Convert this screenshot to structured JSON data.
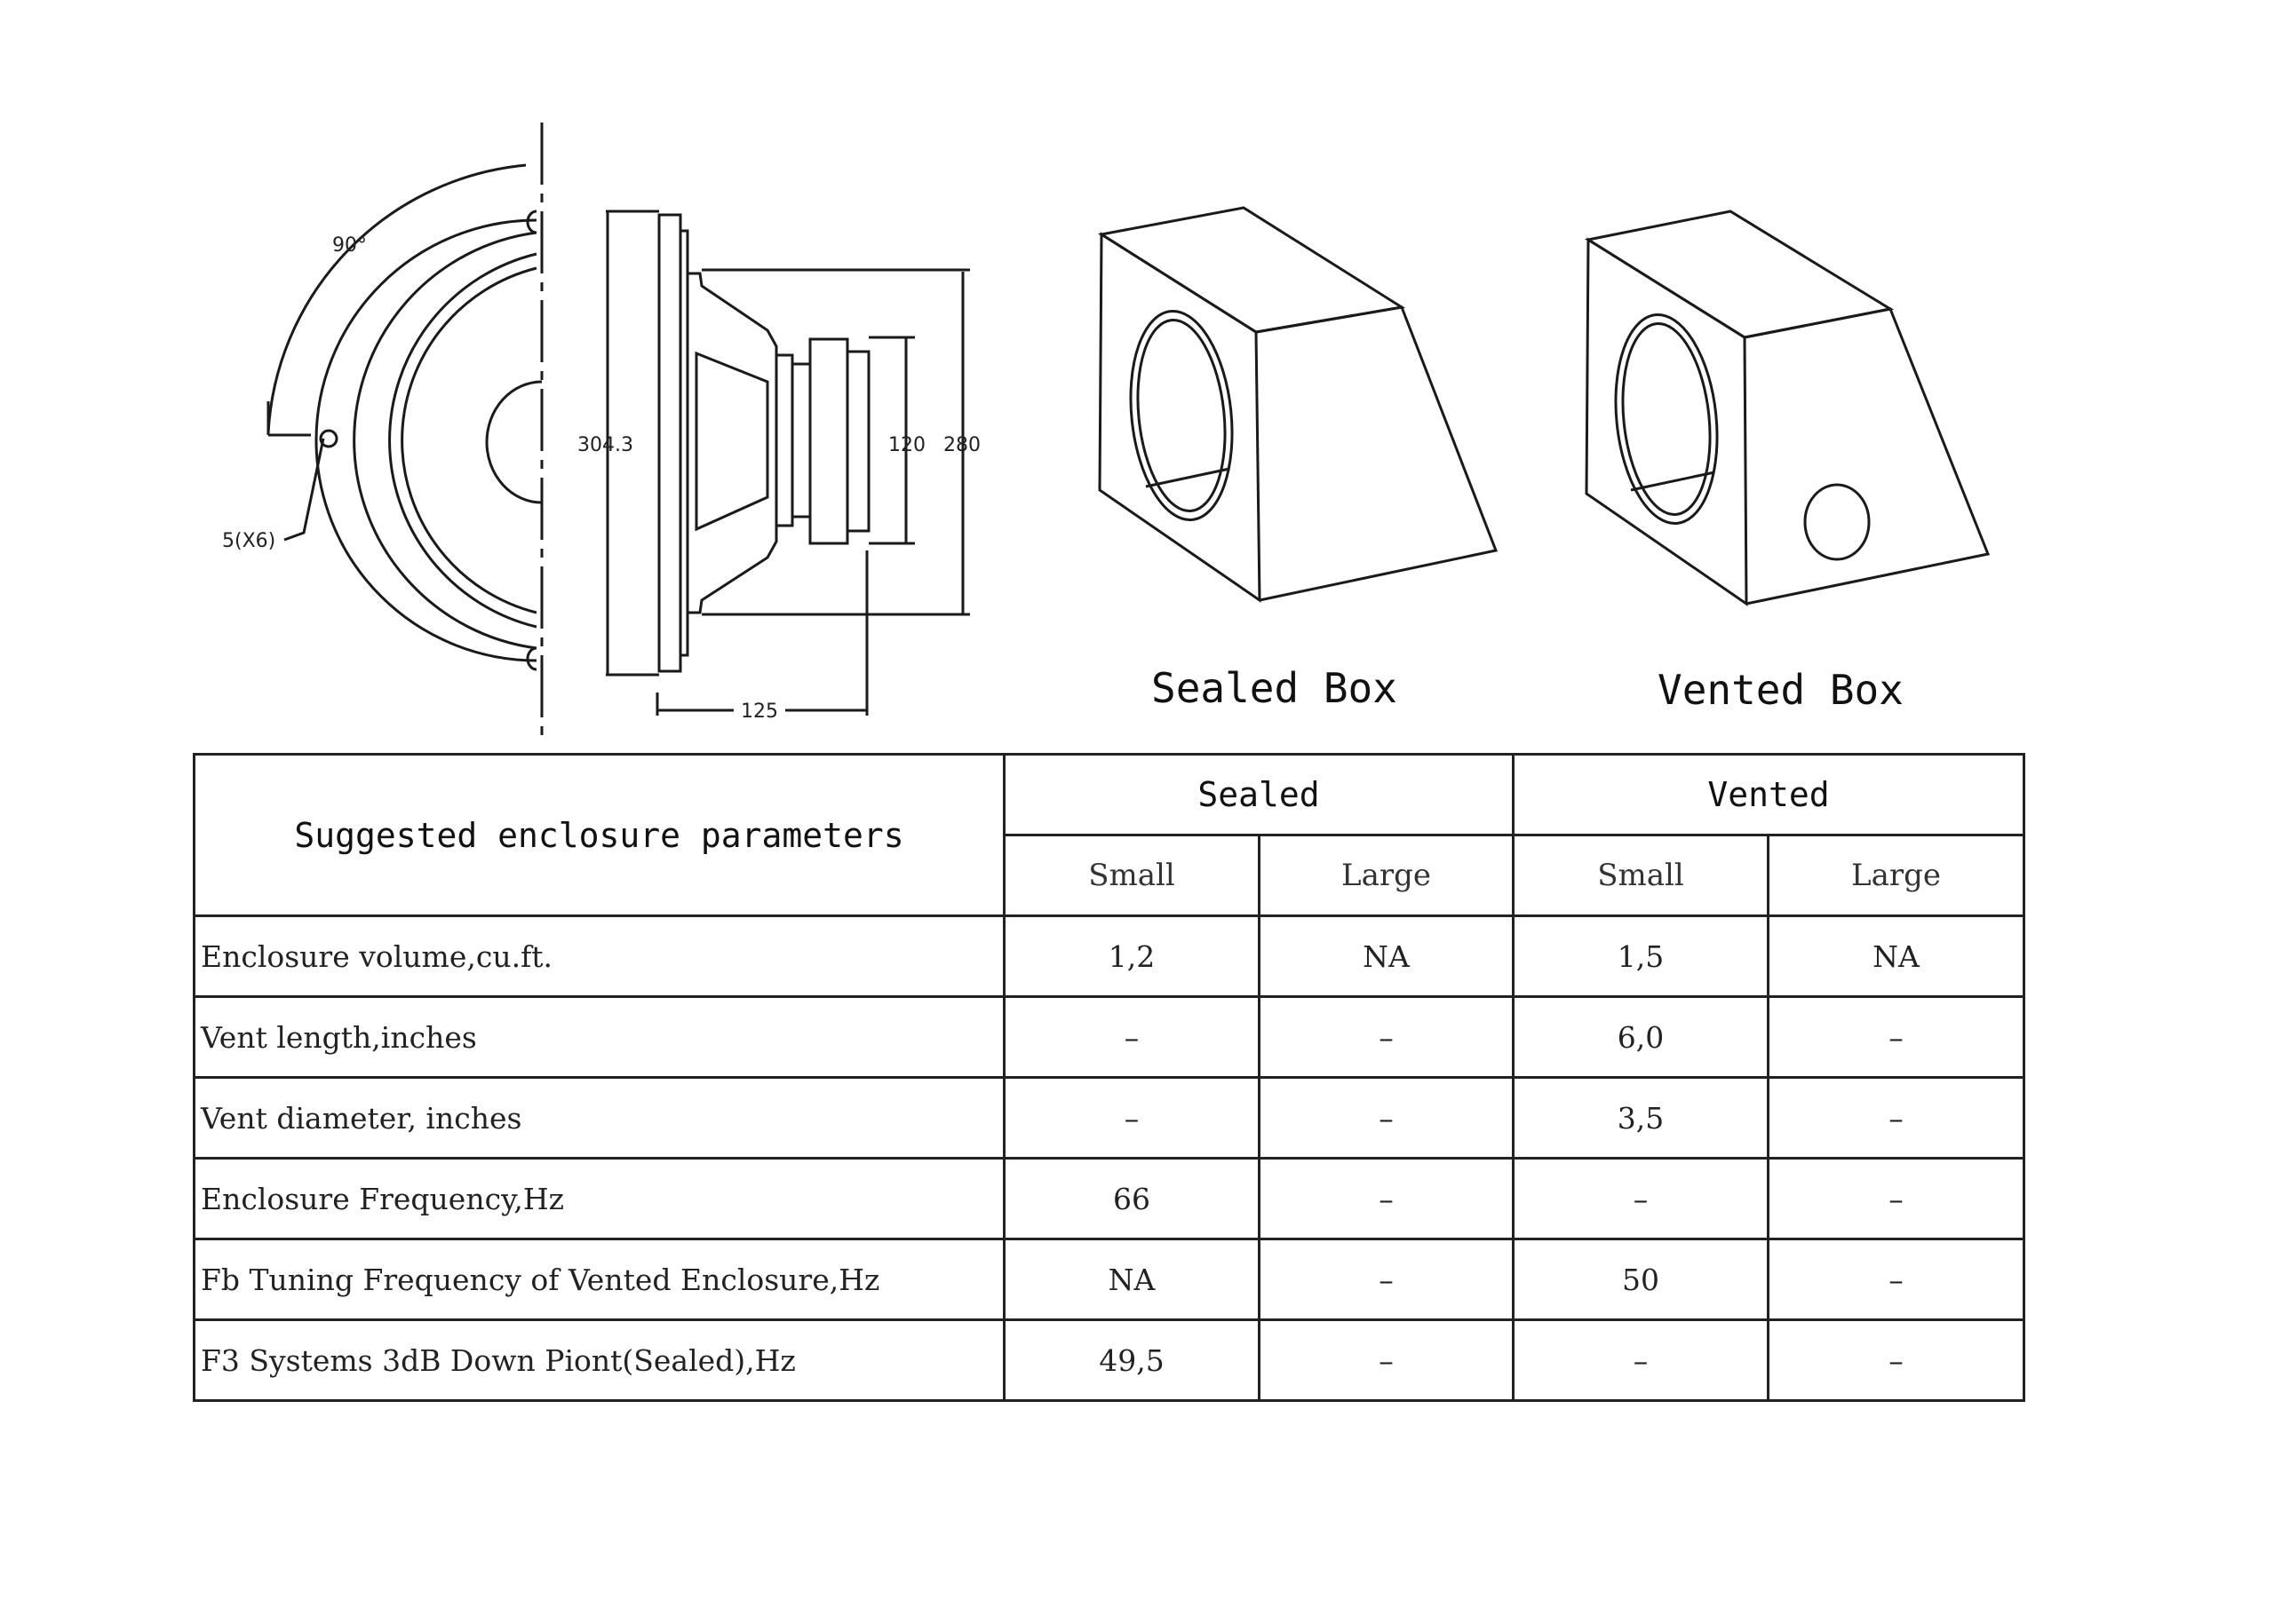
{
  "drawing": {
    "dimensions": {
      "angle": "90°",
      "holes": "5(X6)",
      "mount_diameter": "304.3",
      "magnet_diameter": "120",
      "frame_diameter": "280",
      "depth": "125"
    },
    "captions": {
      "sealed": "Sealed Box",
      "vented": "Vented Box"
    }
  },
  "table": {
    "title": "Suggested enclosure parameters",
    "groups": [
      "Sealed",
      "Vented"
    ],
    "subheaders": [
      "Small",
      "Large",
      "Small",
      "Large"
    ],
    "rows": [
      {
        "label": "Enclosure volume,cu.ft.",
        "values": [
          "1,2",
          "NA",
          "1,5",
          "NA"
        ]
      },
      {
        "label": "Vent length,inches",
        "values": [
          "–",
          "–",
          "6,0",
          "–"
        ]
      },
      {
        "label": "Vent diameter, inches",
        "values": [
          "–",
          "–",
          "3,5",
          "–"
        ]
      },
      {
        "label": "Enclosure Frequency,Hz",
        "values": [
          "66",
          "–",
          "–",
          "–"
        ]
      },
      {
        "label": "Fb Tuning Frequency of Vented Enclosure,Hz",
        "values": [
          "NA",
          "–",
          "50",
          "–"
        ]
      },
      {
        "label": "F3 Systems 3dB Down Piont(Sealed),Hz",
        "values": [
          "49,5",
          "–",
          "–",
          "–"
        ]
      }
    ]
  }
}
